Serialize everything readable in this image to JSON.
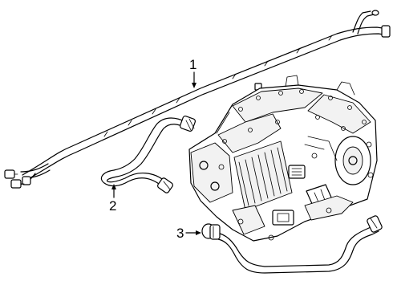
{
  "callouts": [
    {
      "id": "1",
      "label": "1",
      "part": "wire-harness"
    },
    {
      "id": "2",
      "label": "2",
      "part": "coolant-hose"
    },
    {
      "id": "3",
      "label": "3",
      "part": "coolant-pipe"
    }
  ]
}
